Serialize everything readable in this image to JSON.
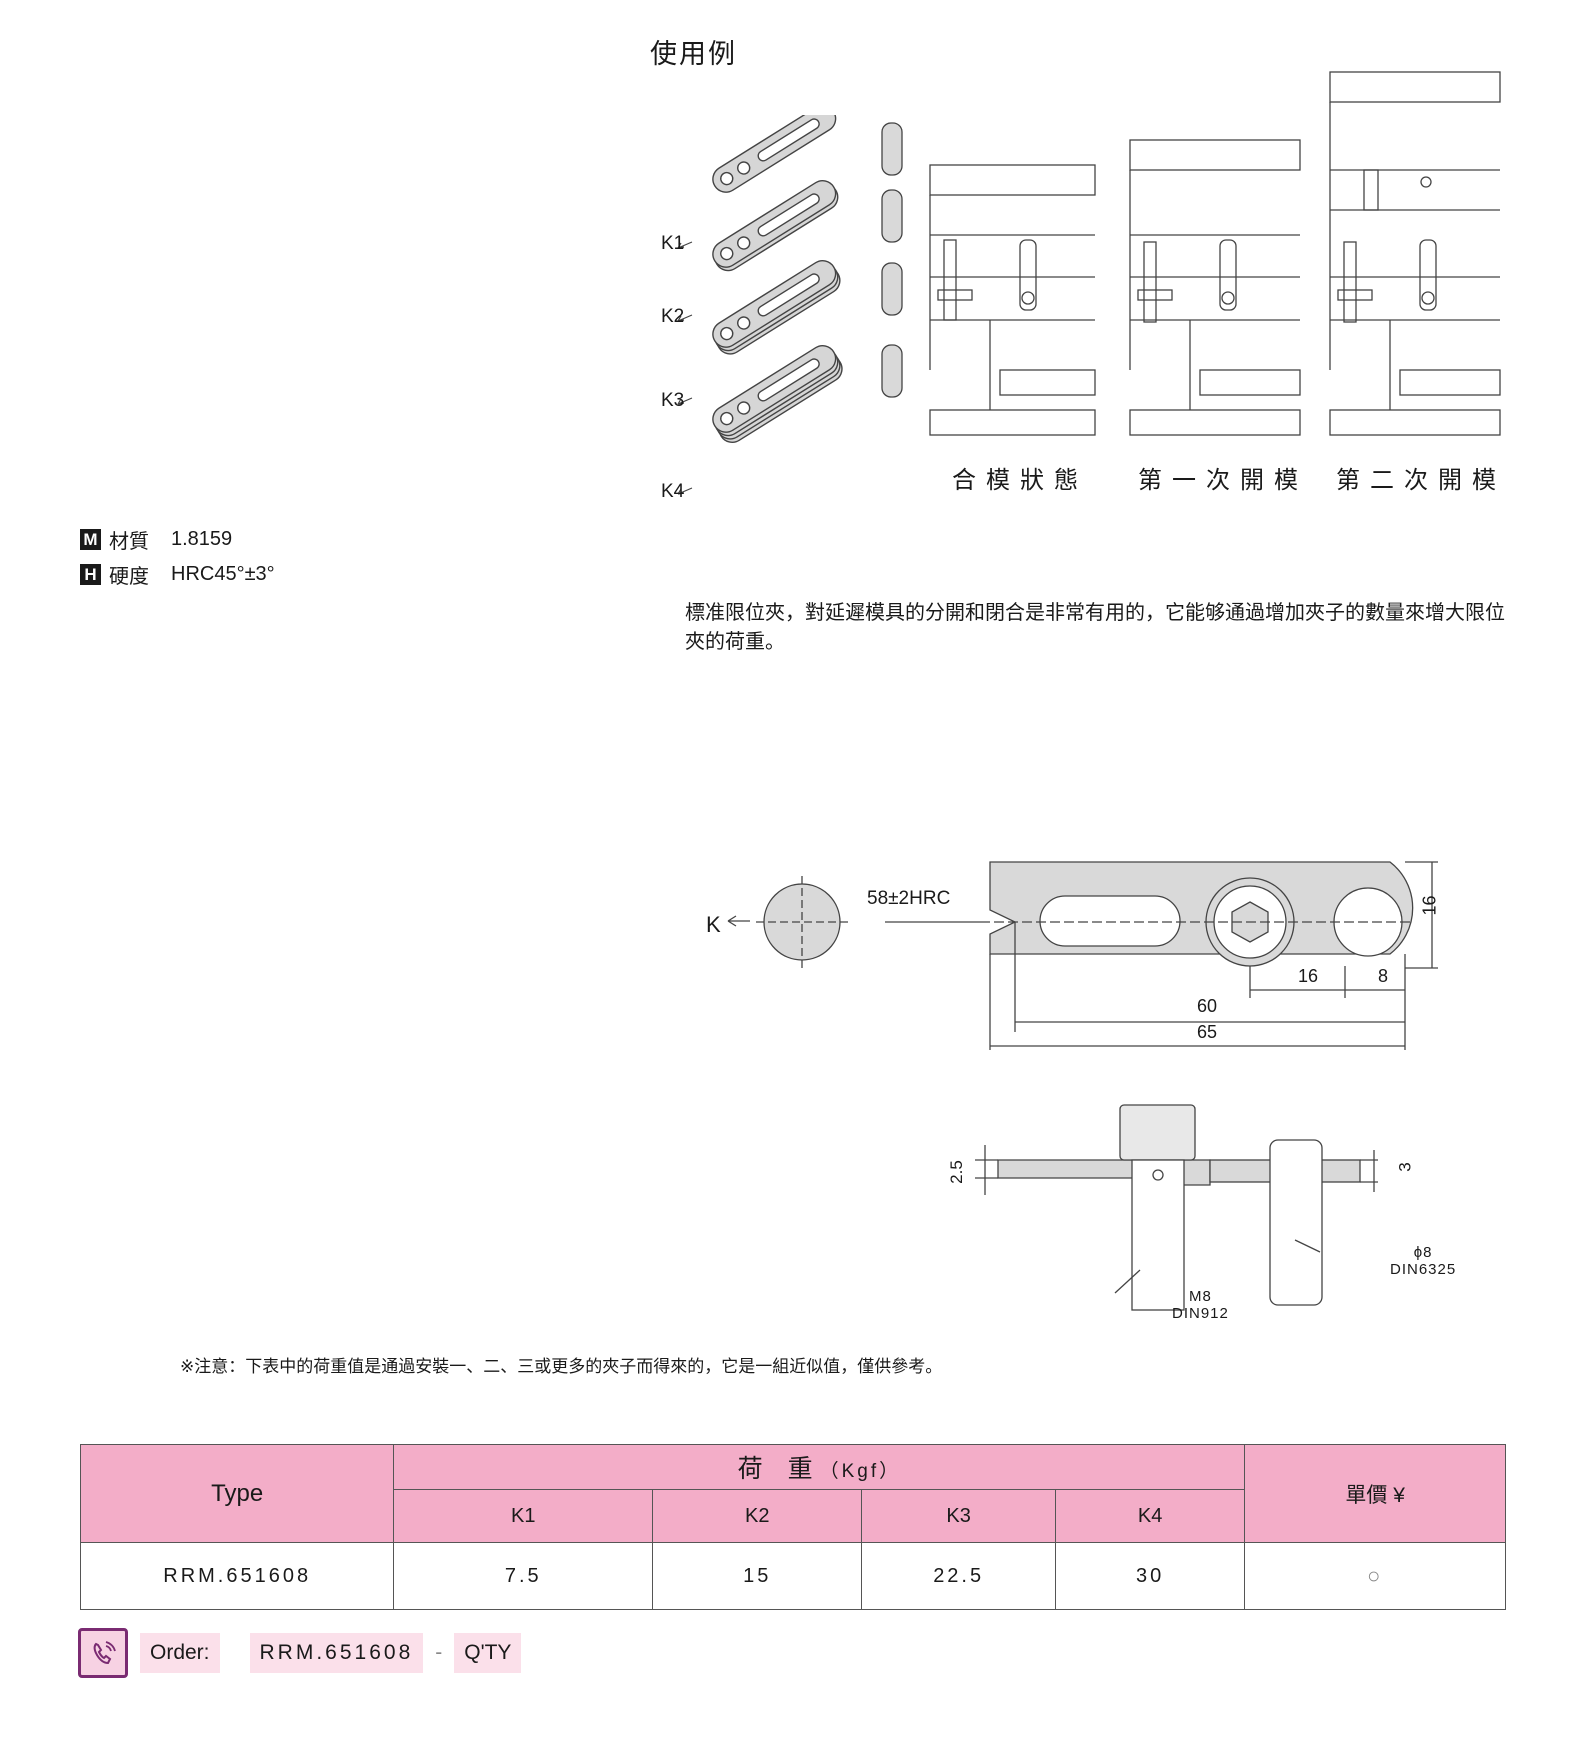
{
  "usage_title": "使用例",
  "stack_labels": [
    "K1",
    "K2",
    "K3",
    "K4"
  ],
  "stage_labels": [
    "合模狀態",
    "第一次開模",
    "第二次開模"
  ],
  "specs": {
    "material": {
      "badge": "M",
      "label": "材質",
      "value": "1.8159"
    },
    "hardness": {
      "badge": "H",
      "label": "硬度",
      "value": "HRC45°±3°"
    }
  },
  "description": "標准限位夾，對延遲模具的分開和閉合是非常有用的，它能够通過增加夾子的數量來增大限位夾的荷重。",
  "drawing": {
    "view_label": "K",
    "hardness_tip": "58±2HRC",
    "dims": {
      "width": "16",
      "pitch": "16",
      "end": "8",
      "inner": "60",
      "overall": "65",
      "thickness1": "2.5",
      "thickness2": "3"
    },
    "bolt": {
      "size": "M8",
      "std": "DIN912"
    },
    "pin": {
      "size": "ϕ8",
      "std": "DIN6325"
    }
  },
  "note": "※注意：下表中的荷重值是通過安裝一、二、三或更多的夾子而得來的，它是一組近似值，僅供參考。",
  "table": {
    "type_header": "Type",
    "load_header": "荷　重",
    "load_unit": "（Kgf）",
    "price_header": "單價 ¥",
    "columns": [
      "K1",
      "K2",
      "K3",
      "K4"
    ],
    "rows": [
      {
        "type": "RRM.651608",
        "k1": "7.5",
        "k2": "15",
        "k3": "22.5",
        "k4": "30",
        "price": "○"
      }
    ]
  },
  "order": {
    "label": "Order:",
    "code": "RRM.651608",
    "sep": "-",
    "qty": "Q'TY"
  },
  "colors": {
    "header_pink": "#f3adc8",
    "order_purple": "#7a2b72"
  }
}
